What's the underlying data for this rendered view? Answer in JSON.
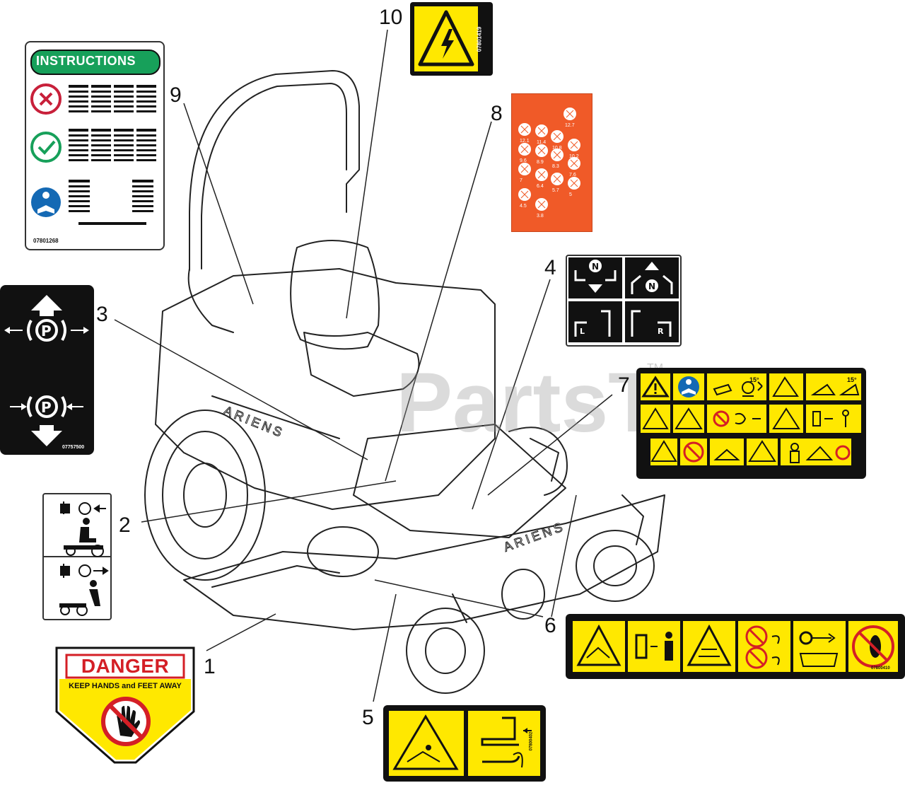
{
  "watermark": "PartsTree",
  "watermark_tm": "TM",
  "mower_brand_front": "ARIENS",
  "mower_brand_side": "ARIENS",
  "callouts": {
    "c1": "1",
    "c2": "2",
    "c3": "3",
    "c4": "4",
    "c5": "5",
    "c6": "6",
    "c7": "7",
    "c8": "8",
    "c9": "9",
    "c10": "10"
  },
  "decals": {
    "instructions": {
      "title": "INSTRUCTIONS",
      "part_number": "07801268"
    },
    "electrical": {
      "part_number": "07801419"
    },
    "parking_brake": {
      "part_number": "07757500"
    },
    "steering": {
      "part_number": ""
    },
    "danger": {
      "title": "DANGER",
      "subtitle": "KEEP HANDS and FEET AWAY"
    },
    "height_of_cut": {
      "values": [
        "12.7",
        "12.1",
        "11.4",
        "10.8",
        "10.2",
        "9.6",
        "8.9",
        "8.3",
        "7.6",
        "7",
        "6.4",
        "5.7",
        "5",
        "4.5",
        "3.8"
      ]
    },
    "warning_strip": {
      "slope_left": "15°",
      "slope_right": "15°"
    },
    "discharge": {
      "part_number": "07800410"
    },
    "seat": {
      "part_number": "07800402"
    },
    "drive": {
      "part_number": ""
    }
  },
  "colors": {
    "safety_yellow": "#FFE800",
    "instructions_green": "#17A05A",
    "height_orange": "#F05A28",
    "danger_red": "#D41F26",
    "decal_black": "#111111",
    "mandatory_blue": "#1469B4"
  }
}
